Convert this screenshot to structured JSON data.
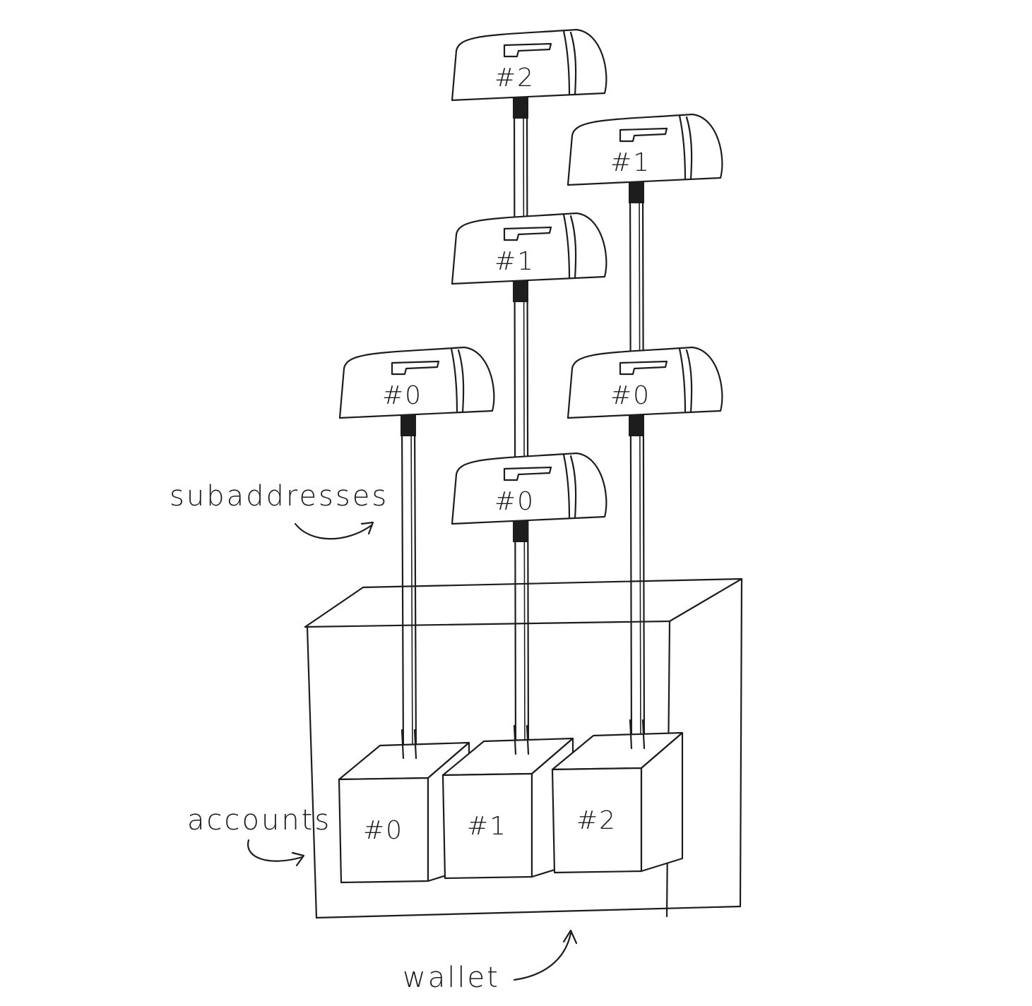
{
  "labels": {
    "subaddresses": "subaddresses",
    "accounts": "accounts",
    "wallet": "wallet"
  },
  "accounts": [
    {
      "label": "#0",
      "subaddresses": [
        {
          "label": "#0"
        }
      ]
    },
    {
      "label": "#1",
      "subaddresses": [
        {
          "label": "#0"
        },
        {
          "label": "#1"
        },
        {
          "label": "#2"
        }
      ]
    },
    {
      "label": "#2",
      "subaddresses": [
        {
          "label": "#0"
        },
        {
          "label": "#1"
        }
      ]
    }
  ]
}
